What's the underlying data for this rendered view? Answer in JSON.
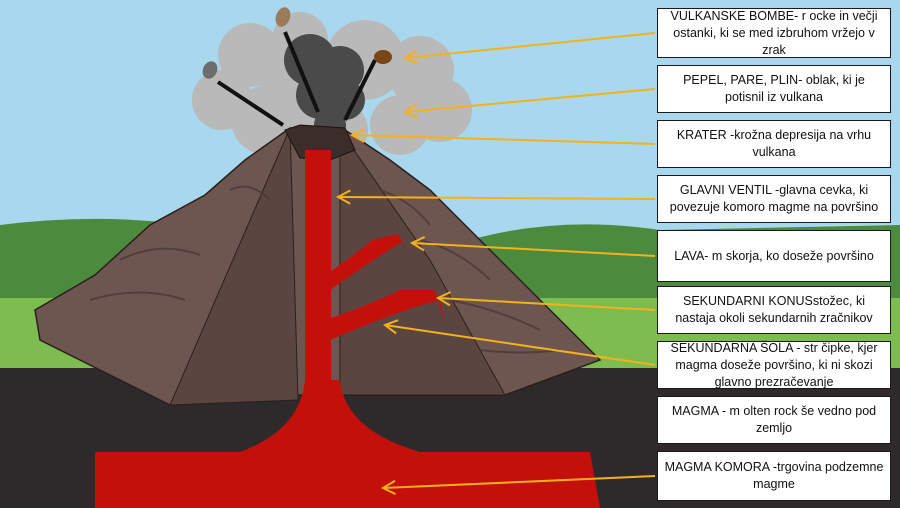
{
  "labels": [
    {
      "text": "VULKANSKE BOMBE- r ocke in večji ostanki, ki se med izbruhom vržejo v zrak"
    },
    {
      "text": "PEPEL, PARE, PLIN- oblak, ki je potisnil iz vulkana"
    },
    {
      "text": "KRATER -krožna depresija na vrhu vulkana"
    },
    {
      "text": "GLAVNI VENTIL -glavna cevka, ki povezuje komoro magme na površino"
    },
    {
      "text": "LAVA- m skorja, ko doseže površino"
    },
    {
      "text": "SEKUNDARNI KONUSstožec, ki nastaja okoli sekundarnih zračnikov"
    },
    {
      "text": "SEKUNDARNA ŠOLA - str čipke, kjer magma doseže površino, ki ni skozi glavno prezračevanje"
    },
    {
      "text": "MAGMA - m olten rock še vedno pod zemljo"
    },
    {
      "text": "MAGMA KOMORA -trgovina podzemne magme"
    }
  ],
  "colors": {
    "sky": "#a9d8ee",
    "grass": "#7dbd4f",
    "hills": "#4c8a3e",
    "ground": "#2e2a2b",
    "rock": "#6e5650",
    "rock_dark": "#4a3a37",
    "lava": "#c4100b",
    "smoke": "#b9b9b9",
    "smoke_dark": "#4a4a4a",
    "arrow": "#f3b21c"
  }
}
